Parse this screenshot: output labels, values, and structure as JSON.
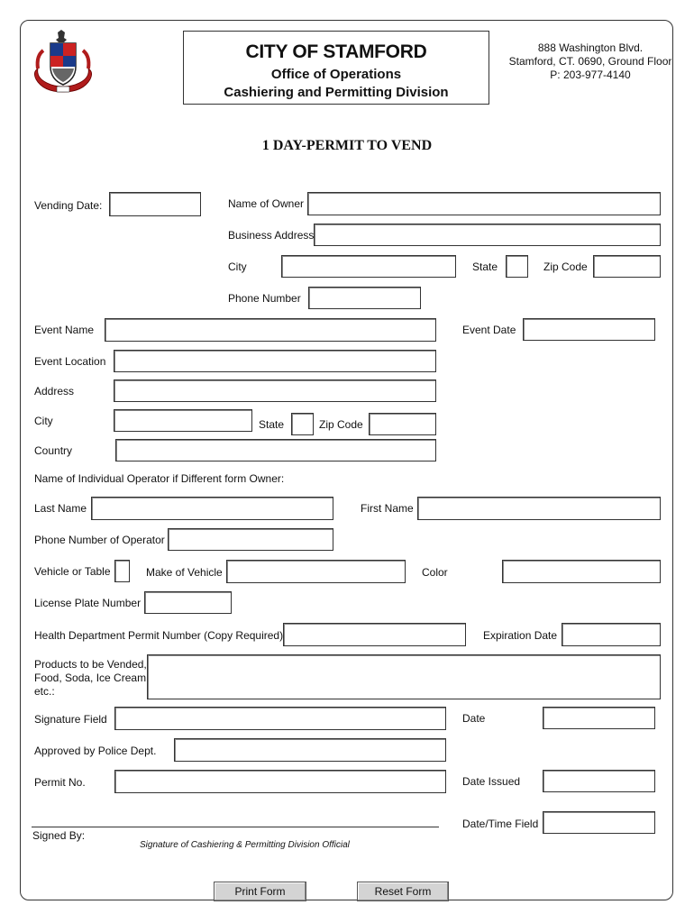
{
  "header": {
    "city": "CITY OF STAMFORD",
    "office": "Office of Operations",
    "division": "Cashiering and Permitting Division",
    "address_line1": "888 Washington Blvd.",
    "address_line2": "Stamford, CT. 0690, Ground Floor",
    "address_line3": "P: 203-977-4140"
  },
  "title": "1 DAY-PERMIT TO VEND",
  "labels": {
    "vending_date": "Vending Date:",
    "name_of_owner": "Name of Owner",
    "business_address": "Business Address",
    "city": "City",
    "state": "State",
    "zip_code": "Zip Code",
    "phone_number": "Phone Number",
    "event_name": "Event Name",
    "event_date": "Event Date",
    "event_location": "Event Location",
    "address": "Address",
    "event_city": "City",
    "event_state": "State",
    "event_zip": "Zip Code",
    "country": "Country",
    "operator_note": "Name of Individual Operator if Different form Owner:",
    "last_name": "Last Name",
    "first_name": "First Name",
    "operator_phone": "Phone Number of Operator",
    "vehicle_or_table": "Vehicle or Table",
    "make_of_vehicle": "Make of Vehicle",
    "color": "Color",
    "license_plate": "License Plate Number",
    "health_permit": "Health Department Permit Number (Copy Required)",
    "expiration_date": "Expiration Date",
    "products_1": "Products to be Vended,",
    "products_2": "Food, Soda, Ice Cream,",
    "products_3": "etc.:",
    "signature_field": "Signature Field",
    "date": "Date",
    "approved_by_police": "Approved by Police Dept.",
    "permit_no": "Permit No.",
    "date_issued": "Date Issued",
    "date_time_field": "Date/Time Field",
    "signed_by": "Signed By:",
    "signature_caption": "Signature of Cashiering & Permitting Division Official"
  },
  "buttons": {
    "print": "Print Form",
    "reset": "Reset Form"
  }
}
